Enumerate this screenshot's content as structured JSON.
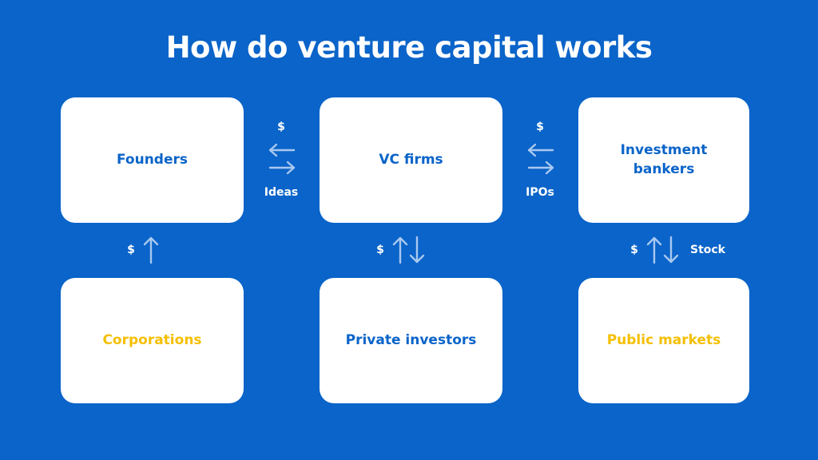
{
  "title": "How do venture capital works",
  "nodes": {
    "founders": "Founders",
    "vc_firms": "VC firms",
    "investment_bankers": "Investment bankers",
    "corporations": "Corporations",
    "private_investors": "Private investors",
    "public_markets": "Public markets"
  },
  "edges": {
    "founders_vc": {
      "top": "$",
      "bottom": "Ideas"
    },
    "vc_bankers": {
      "top": "$",
      "bottom": "IPOs"
    },
    "corporations_founders": {
      "label": "$"
    },
    "private_vc": {
      "label": "$"
    },
    "public_bankers": {
      "label": "$",
      "right": "Stock"
    }
  },
  "colors": {
    "background": "#0a64c9",
    "card": "#ffffff",
    "blue_text": "#0a64c9",
    "yellow_text": "#f5bf00",
    "arrow": "#a9c8f0"
  }
}
